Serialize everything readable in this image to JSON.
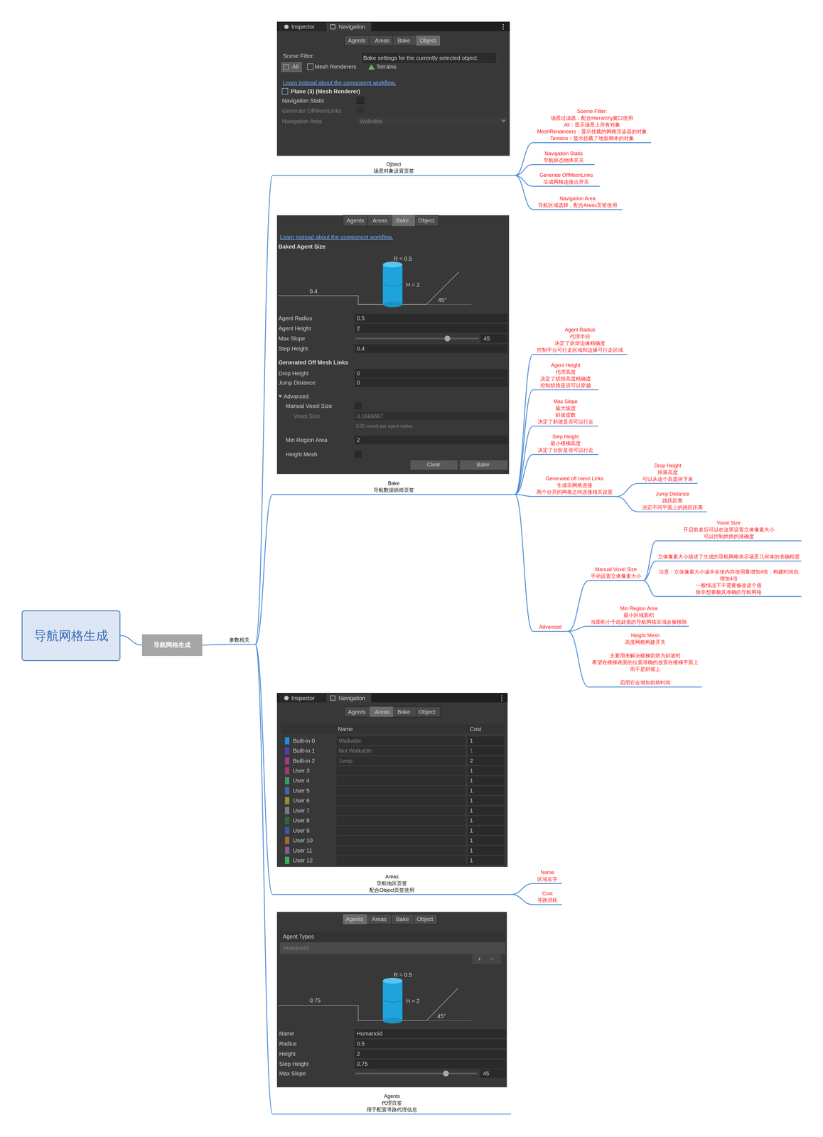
{
  "diagram": {
    "nodes": [
      {
        "text": [
          "导航网格生成"
        ]
      },
      {
        "text": [
          "导航网格生成"
        ]
      },
      {
        "text": [
          "参数相关"
        ]
      },
      {
        "text": [
          "Ojbect",
          "场景对象设置页签"
        ]
      },
      {
        "text": [
          "Sceme Filter:",
          "场景过滤器，配合Hierarchy窗口使用",
          "All：显示场景上所有对象",
          "MeshRendereers：显示挂载的网格渲染器的对象",
          "Terrains：显示挂载了地形脚本的对象"
        ]
      },
      {
        "text": [
          "Navigation Static",
          "导航静态物体开关"
        ]
      },
      {
        "text": [
          "Generate OffMeshLinks",
          "生成网格连接点开关"
        ]
      },
      {
        "text": [
          "Navigation Area",
          "导航区域选择，配合Areas页签使用"
        ]
      },
      {
        "text": [
          "Bake",
          "导航数据烘焙页签"
        ]
      },
      {
        "text": [
          "Agent Radius",
          "代理半径",
          "决定了烘焙边缘精确度",
          "控制平台可行走区域和边缘可行走区域"
        ]
      },
      {
        "text": [
          "Agent Height",
          "代理高度",
          "决定了烘焙高度精确度",
          "控制烘焙是否可以穿越"
        ]
      },
      {
        "text": [
          "Max Slope",
          "最大坡度",
          "斜坡度数",
          "决定了斜坡是否可以行走"
        ]
      },
      {
        "text": [
          "Step Height",
          "最小楼梯高度",
          "决定了台阶是否可以行走"
        ]
      },
      {
        "text": [
          "Generated off mesh Links",
          "生成非网格连接",
          "两个分开的网格之间连接相关设置"
        ]
      },
      {
        "text": [
          "Drop Height",
          "掉落高度",
          "可以从这个高度掉下来"
        ]
      },
      {
        "text": [
          "Jump Distance",
          "跳跃距离",
          "决定不同平面上的跳跃距离"
        ]
      },
      {
        "text": [
          "Advanced"
        ]
      },
      {
        "text": [
          "Manual Voxel Size",
          "手动设置立体像素大小"
        ]
      },
      {
        "text": [
          "Voxel Size",
          "开启前者后可以在这里设置立体像素大小",
          "可以控制烘焙的准确度"
        ]
      },
      {
        "text": [
          "立体像素大小描述了生成的导航网格表示场景几何体的准确程度"
        ]
      },
      {
        "text": [
          "注意：立体像素大小减半会使内存使用量增加4倍，构建时间也增加4倍",
          "一般情况下不需要修改这个值",
          "除非想要极其准确的导航网格"
        ]
      },
      {
        "text": [
          "Min Region Area",
          "最小区域面积",
          "当面积小于此处值的导航网格区域会被移除"
        ]
      },
      {
        "text": [
          "Height Mesh",
          "高度网格构建开关",
          "主要用来解决楼梯烘焙为斜坡时",
          "希望在楼梯表面的位置准确的放置在楼梯平面上",
          "而不是斜坡上",
          "启用它会增加烘焙时间"
        ]
      },
      {
        "text": [
          "Areas",
          "导航地区页签",
          "配合Object页签使用"
        ]
      },
      {
        "text": [
          "Name",
          "区域名字"
        ]
      },
      {
        "text": [
          "Cost",
          "寻路消耗"
        ]
      },
      {
        "text": [
          "Agents",
          "代理页签",
          "用于配置寻路代理信息"
        ]
      }
    ],
    "edges": [
      {
        "from": 0,
        "to": 1,
        "arrow": "none"
      },
      {
        "from": 1,
        "to": 2,
        "arrow": "none"
      },
      {
        "from": 2,
        "to": 3,
        "arrow": "none"
      },
      {
        "from": 3,
        "to": 4,
        "arrow": "none"
      },
      {
        "from": 3,
        "to": 5,
        "arrow": "none"
      },
      {
        "from": 3,
        "to": 6,
        "arrow": "none"
      },
      {
        "from": 3,
        "to": 7,
        "arrow": "none"
      },
      {
        "from": 2,
        "to": 8,
        "arrow": "none"
      },
      {
        "from": 8,
        "to": 9,
        "arrow": "none"
      },
      {
        "from": 8,
        "to": 10,
        "arrow": "none"
      },
      {
        "from": 8,
        "to": 11,
        "arrow": "none"
      },
      {
        "from": 8,
        "to": 12,
        "arrow": "none"
      },
      {
        "from": 8,
        "to": 13,
        "arrow": "none"
      },
      {
        "from": 13,
        "to": 14,
        "arrow": "none"
      },
      {
        "from": 13,
        "to": 15,
        "arrow": "none"
      },
      {
        "from": 8,
        "to": 16,
        "arrow": "none"
      },
      {
        "from": 16,
        "to": 17,
        "arrow": "none"
      },
      {
        "from": 17,
        "to": 18,
        "arrow": "none"
      },
      {
        "from": 17,
        "to": 19,
        "arrow": "none"
      },
      {
        "from": 17,
        "to": 20,
        "arrow": "none"
      },
      {
        "from": 16,
        "to": 21,
        "arrow": "none"
      },
      {
        "from": 16,
        "to": 22,
        "arrow": "none"
      },
      {
        "from": 2,
        "to": 23,
        "arrow": "none"
      },
      {
        "from": 23,
        "to": 24,
        "arrow": "none"
      },
      {
        "from": 23,
        "to": 25,
        "arrow": "none"
      },
      {
        "from": 2,
        "to": 26,
        "arrow": "none"
      }
    ],
    "labels": [
      "Inspector",
      "Navigation",
      "Agents",
      "Areas",
      "Bake",
      "Object",
      "Scene Filter:",
      "Bake settings for the currently selected object.",
      "All",
      "Mesh Renderers",
      "Terrains",
      "Learn instead about the component workflow.",
      "Plane (3) (Mesh Renderer)",
      "Navigation Static",
      "Generate OffMeshLinks",
      "Navigation Area",
      "Walkable",
      "Agents",
      "Areas",
      "Bake",
      "Object",
      "Learn instead about the component workflow.",
      "Baked Agent Size",
      "R = 0.5",
      "H = 2",
      "0.4",
      "45°",
      "Agent Radius",
      "0.5",
      "Agent Height",
      "2",
      "Max Slope",
      "45",
      "Step Height",
      "0.4",
      "Generated Off Mesh Links",
      "Drop Height",
      "0",
      "Jump Distance",
      "0",
      "Advanced",
      "Manual Voxel Size",
      "Voxel Size",
      "0.1666667",
      "3.00 voxels per agent radius",
      "Min Region Area",
      "2",
      "Height Mesh",
      "Clear",
      "Bake",
      "Inspector",
      "Navigation",
      "Agents",
      "Areas",
      "Bake",
      "Object",
      "Name",
      "Cost",
      "Built-in 0",
      "Walkable",
      "1",
      "Built-in 1",
      "Not Walkable",
      "1",
      "Built-in 2",
      "Jump",
      "2",
      "User 3",
      "1",
      "User 4",
      "1",
      "User 5",
      "1",
      "User 6",
      "1",
      "User 7",
      "1",
      "User 8",
      "1",
      "User 9",
      "1",
      "User 10",
      "1",
      "User 11",
      "1",
      "User 12",
      "1",
      "Agents",
      "Areas",
      "Bake",
      "Object",
      "Agent Types",
      "Humanoid",
      "+",
      "−",
      "R = 0.5",
      "H = 2",
      "0.75",
      "45°",
      "Name",
      "Humanoid",
      "Radius",
      "0.5",
      "Height",
      "2",
      "Step Height",
      "0.75",
      "Max Slope",
      "45"
    ]
  }
}
